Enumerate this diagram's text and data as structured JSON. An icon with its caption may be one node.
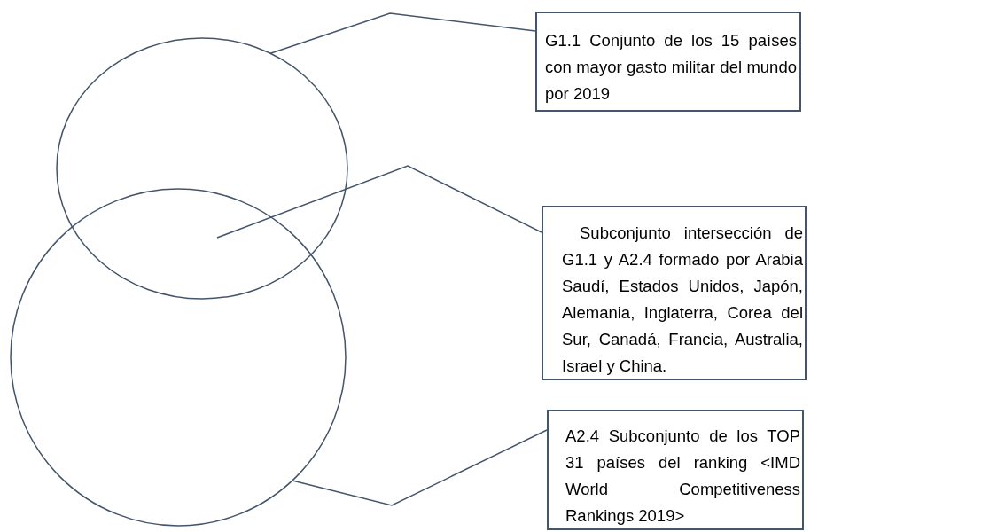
{
  "diagram": {
    "nodes": [
      {
        "text": [],
        "shape": "circle"
      },
      {
        "text": [],
        "shape": "circle"
      },
      {
        "text": [
          "G1.1 Conjunto de los 15 países con mayor gasto militar del mundo por 2019"
        ]
      },
      {
        "text": [
          "Subconjunto intersección de G1.1 y A2.4 formado por Arabia Saudí, Estados Unidos, Japón, Alemania, Inglaterra, Corea del Sur, Canadá, Francia, Australia, Israel y China."
        ]
      },
      {
        "text": [
          "A2.4 Subconjunto de los TOP 31 países del ranking <IMD World Competitiveness Rankings 2019>"
        ]
      }
    ],
    "edges": [
      {
        "from": 2,
        "to": 0,
        "arrow": "none"
      },
      {
        "from": 3,
        "to": 0,
        "arrow": "none"
      },
      {
        "from": 4,
        "to": 1,
        "arrow": "none"
      }
    ]
  }
}
